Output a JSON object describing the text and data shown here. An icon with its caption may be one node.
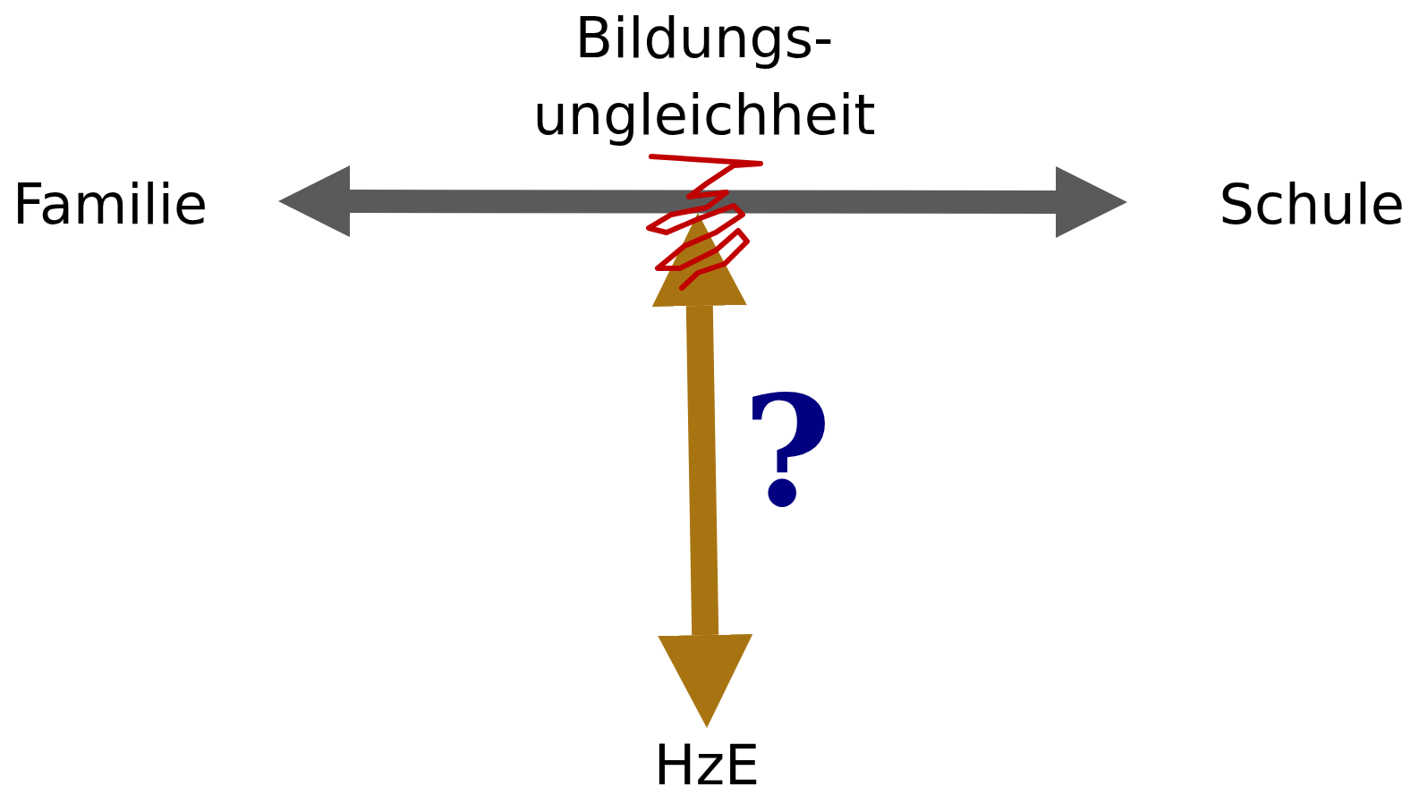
{
  "diagram": {
    "nodes": [
      {
        "text": [
          "Bildungs- ungleichheit"
        ]
      },
      {
        "text": [
          "Familie"
        ]
      },
      {
        "text": [
          "Schule"
        ]
      },
      {
        "text": [
          "HzE"
        ]
      }
    ],
    "edges": [
      {
        "from": 1,
        "to": 2,
        "arrow": "both",
        "color": "#5a5a5a"
      },
      {
        "from": 0,
        "to": 3,
        "arrow": "both",
        "color": "#a87412"
      }
    ],
    "labels": [
      "?"
    ]
  }
}
